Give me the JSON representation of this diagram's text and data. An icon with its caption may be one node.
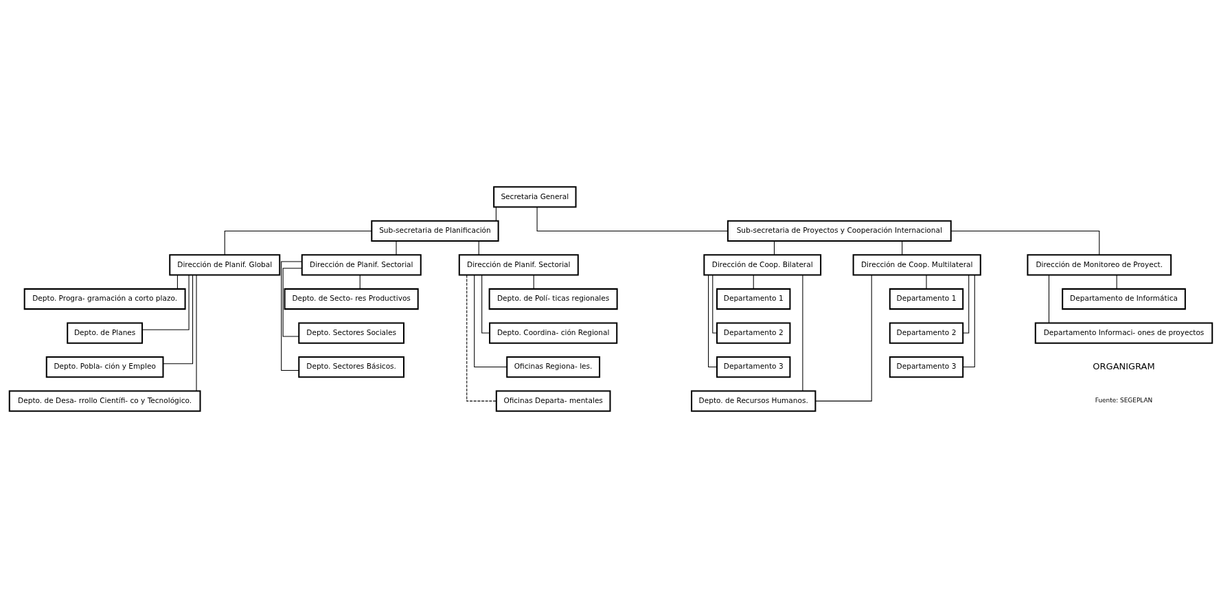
{
  "diagram": {
    "nodes": [
      {
        "text": [
          "Secretaria General"
        ]
      },
      {
        "text": [
          "Sub-secretaria de Planificación"
        ]
      },
      {
        "text": [
          "Sub-secretaria de Proyectos y Cooperación Internacional"
        ]
      },
      {
        "text": [
          "Dirección de Planif. Global"
        ]
      },
      {
        "text": [
          "Dirección de Planif. Sectorial"
        ]
      },
      {
        "text": [
          "Dirección de Planif. Sectorial"
        ]
      },
      {
        "text": [
          "Dirección de Coop. Bilateral"
        ]
      },
      {
        "text": [
          "Dirección de Coop. Multilateral"
        ]
      },
      {
        "text": [
          "Dirección de Monitoreo de Proyect."
        ]
      },
      {
        "text": [
          "Depto. Progra- gramación a corto plazo."
        ]
      },
      {
        "text": [
          "Depto. de Planes"
        ]
      },
      {
        "text": [
          "Depto. Pobla- ción y Empleo"
        ]
      },
      {
        "text": [
          "Depto. de Desa- rrollo Científi- co y Tecnológico."
        ]
      },
      {
        "text": [
          "Depto. de Secto- res Productivos"
        ]
      },
      {
        "text": [
          "Depto. Sectores Sociales"
        ]
      },
      {
        "text": [
          "Depto. Sectores Básicos."
        ]
      },
      {
        "text": [
          "Depto. de Polí- ticas regionales"
        ]
      },
      {
        "text": [
          "Depto. Coordina- ción Regional"
        ]
      },
      {
        "text": [
          "Oficinas Regiona- les."
        ]
      },
      {
        "text": [
          "Oficinas Departa- mentales"
        ]
      },
      {
        "text": [
          "Departamento 1"
        ]
      },
      {
        "text": [
          "Departamento 2"
        ]
      },
      {
        "text": [
          "Departamento 3"
        ]
      },
      {
        "text": [
          "Departamento 1"
        ]
      },
      {
        "text": [
          "Departamento 2"
        ]
      },
      {
        "text": [
          "Departamento 3"
        ]
      },
      {
        "text": [
          "Depto. de Recursos Humanos."
        ]
      },
      {
        "text": [
          "Departamento de Informática"
        ]
      },
      {
        "text": [
          "Departamento Informaci- ones de proyectos"
        ]
      }
    ],
    "edges": [
      {
        "from": 0,
        "to": 1,
        "arrow": "none"
      },
      {
        "from": 0,
        "to": 2,
        "arrow": "none"
      },
      {
        "from": 1,
        "to": 3,
        "arrow": "none"
      },
      {
        "from": 1,
        "to": 4,
        "arrow": "none"
      },
      {
        "from": 1,
        "to": 5,
        "arrow": "none"
      },
      {
        "from": 2,
        "to": 6,
        "arrow": "none"
      },
      {
        "from": 2,
        "to": 7,
        "arrow": "none"
      },
      {
        "from": 2,
        "to": 8,
        "arrow": "none"
      },
      {
        "from": 3,
        "to": 9,
        "arrow": "none"
      },
      {
        "from": 3,
        "to": 10,
        "arrow": "none"
      },
      {
        "from": 3,
        "to": 11,
        "arrow": "none"
      },
      {
        "from": 3,
        "to": 12,
        "arrow": "none"
      },
      {
        "from": 4,
        "to": 13,
        "arrow": "none"
      },
      {
        "from": 4,
        "to": 14,
        "arrow": "none"
      },
      {
        "from": 4,
        "to": 15,
        "arrow": "none"
      },
      {
        "from": 5,
        "to": 16,
        "arrow": "none"
      },
      {
        "from": 5,
        "to": 17,
        "arrow": "none"
      },
      {
        "from": 5,
        "to": 18,
        "arrow": "none"
      },
      {
        "from": 5,
        "to": 19,
        "arrow": "none",
        "style": "dashed"
      },
      {
        "from": 6,
        "to": 20,
        "arrow": "none"
      },
      {
        "from": 6,
        "to": 21,
        "arrow": "none"
      },
      {
        "from": 6,
        "to": 22,
        "arrow": "none"
      },
      {
        "from": 6,
        "to": 26,
        "arrow": "none"
      },
      {
        "from": 7,
        "to": 23,
        "arrow": "none"
      },
      {
        "from": 7,
        "to": 24,
        "arrow": "none"
      },
      {
        "from": 7,
        "to": 25,
        "arrow": "none"
      },
      {
        "from": 7,
        "to": 26,
        "arrow": "none"
      },
      {
        "from": 8,
        "to": 27,
        "arrow": "none"
      },
      {
        "from": 8,
        "to": 28,
        "arrow": "none"
      }
    ],
    "labels": [
      "ORGANIGRAM",
      "Fuente: SEGEPLAN"
    ]
  }
}
